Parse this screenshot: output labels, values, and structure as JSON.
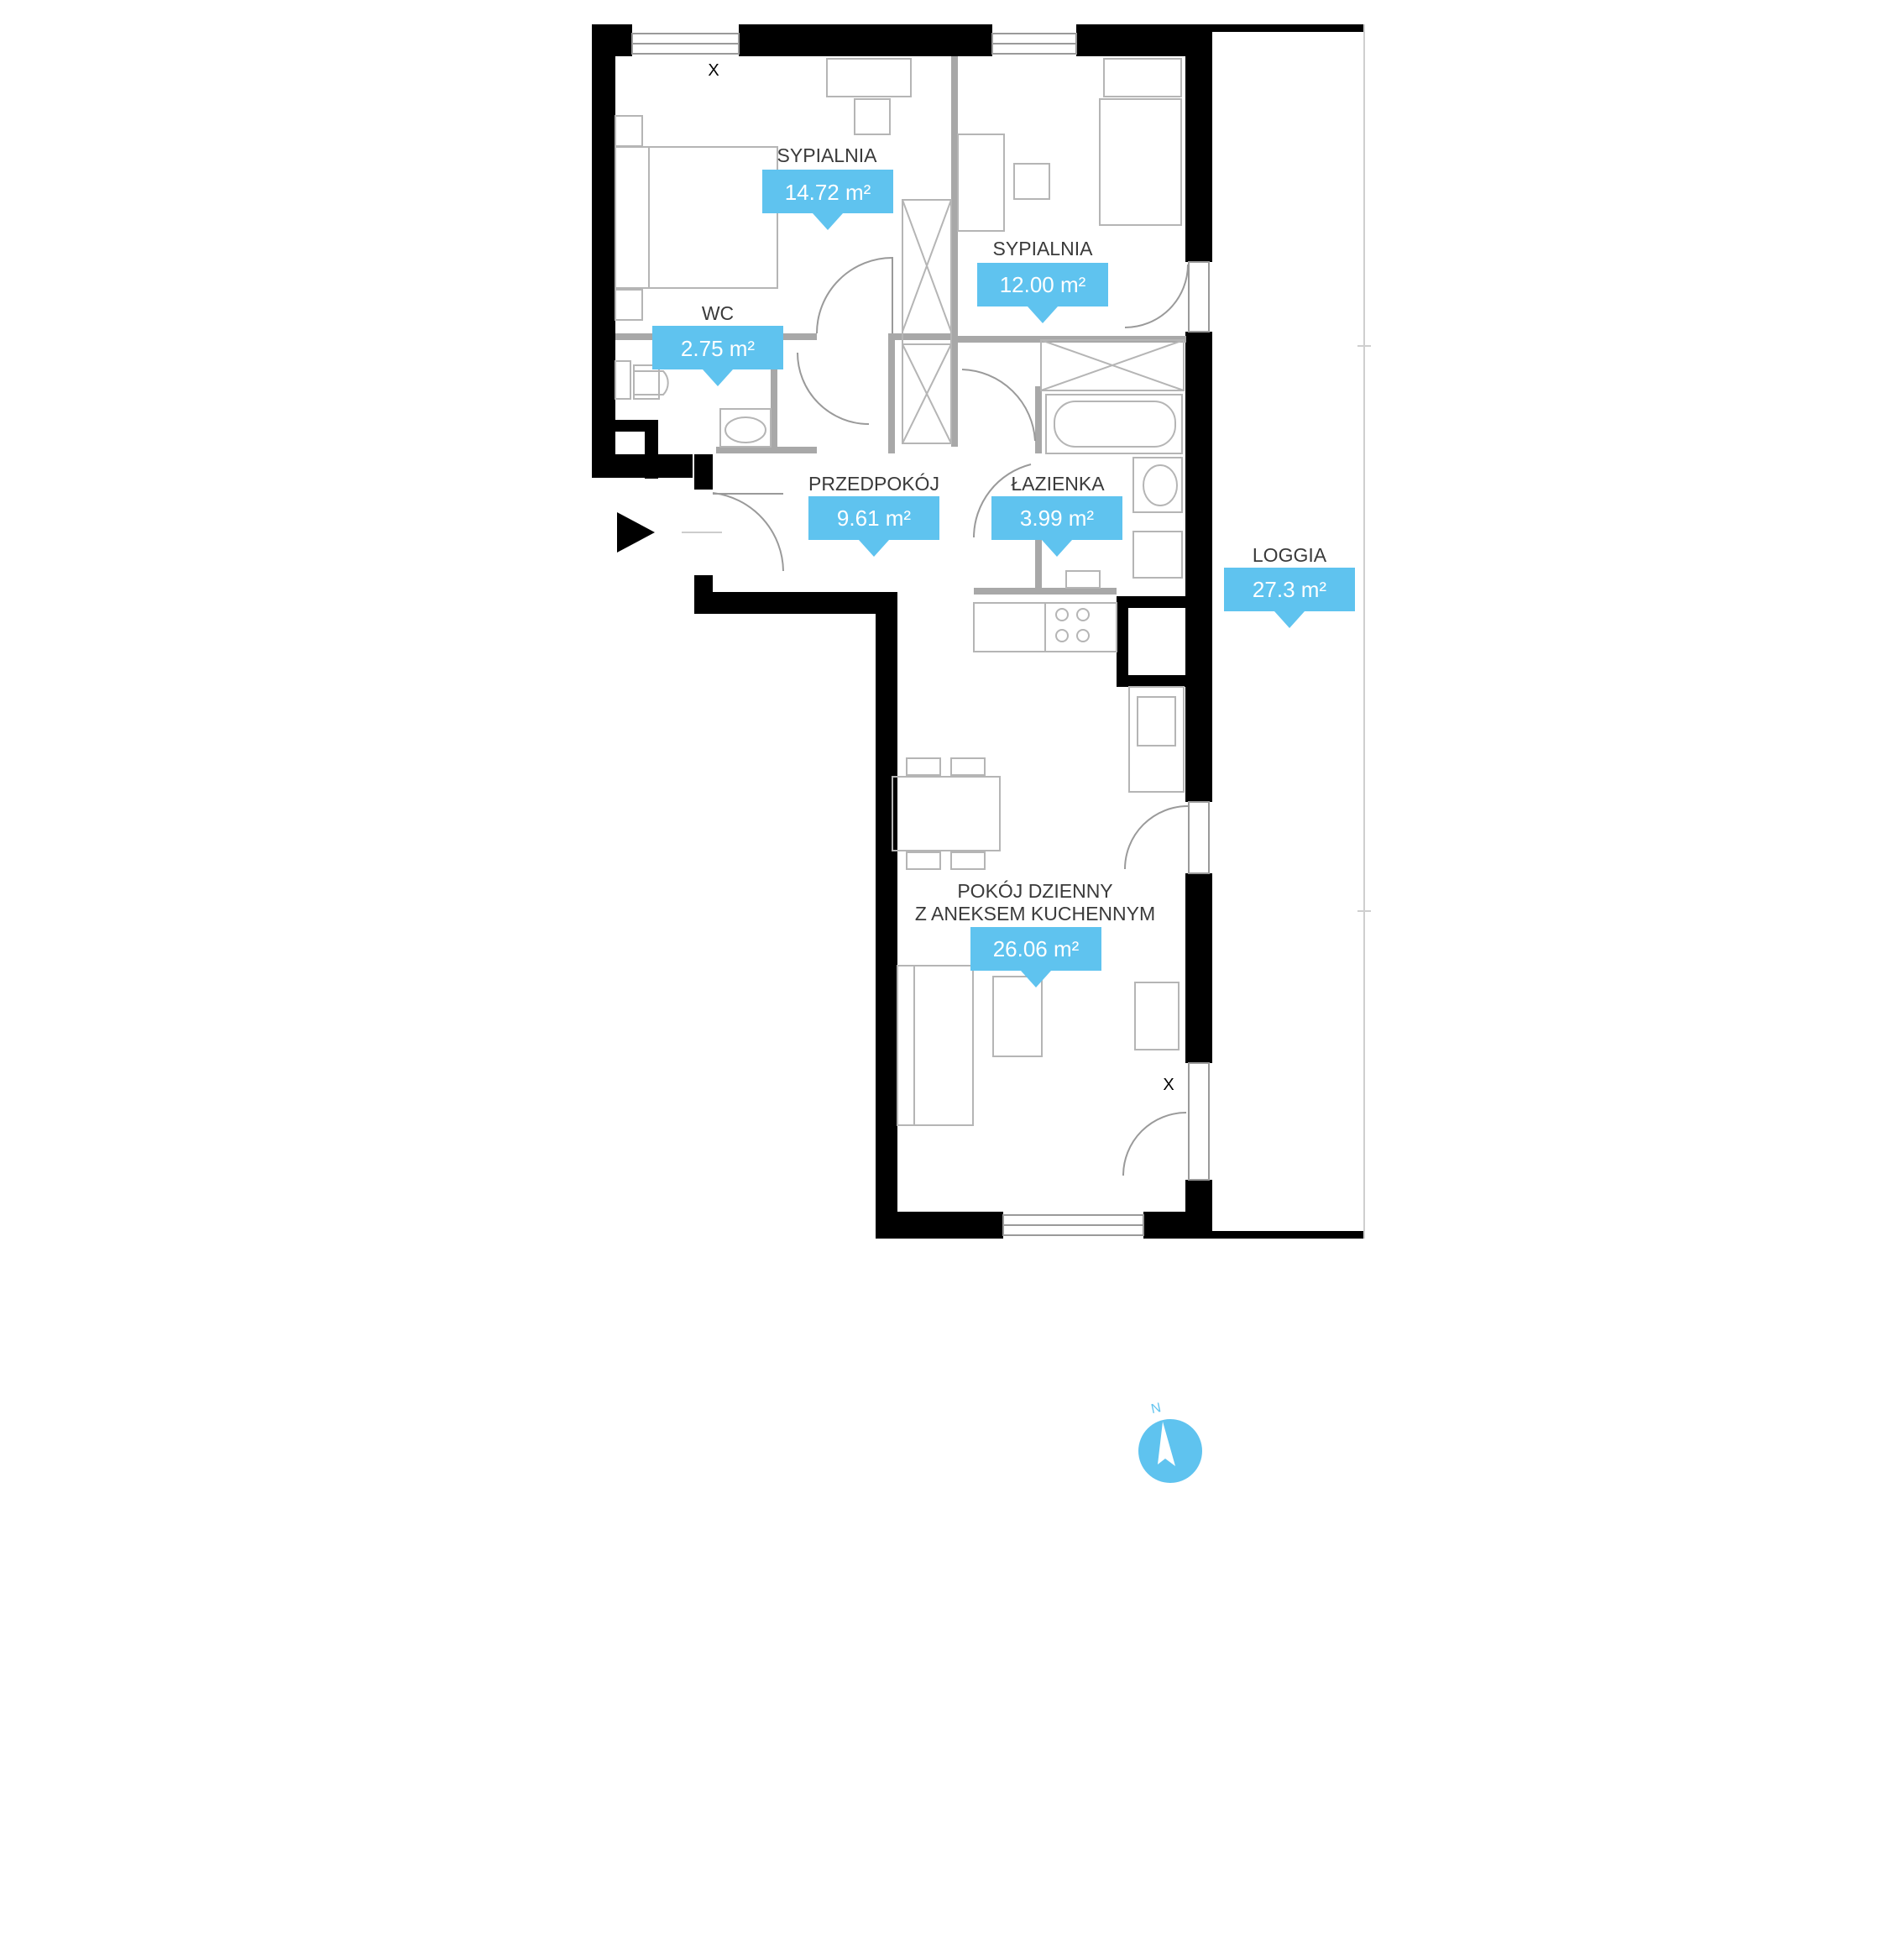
{
  "accent_color": "#5fc3ef",
  "rooms": [
    {
      "id": "sypialnia-1",
      "name": "SYPIALNIA",
      "area": "14.72 m²"
    },
    {
      "id": "sypialnia-2",
      "name": "SYPIALNIA",
      "area": "12.00 m²"
    },
    {
      "id": "wc",
      "name": "WC",
      "area": "2.75 m²"
    },
    {
      "id": "przedpokoj",
      "name": "PRZEDPOKÓJ",
      "area": "9.61 m²"
    },
    {
      "id": "lazienka",
      "name": "ŁAZIENKA",
      "area": "3.99 m²"
    },
    {
      "id": "loggia",
      "name": "LOGGIA",
      "area": "27.3 m²"
    },
    {
      "id": "pokoj-dzienny",
      "name_lines": [
        "POKÓJ DZIENNY",
        "Z ANEKSEM KUCHENNYM"
      ],
      "area": "26.06 m²"
    }
  ],
  "window_marks": [
    "X",
    "X"
  ],
  "compass": {
    "label": "N",
    "icon": "north-arrow-icon"
  },
  "entrance": {
    "icon": "entrance-arrow-icon"
  }
}
